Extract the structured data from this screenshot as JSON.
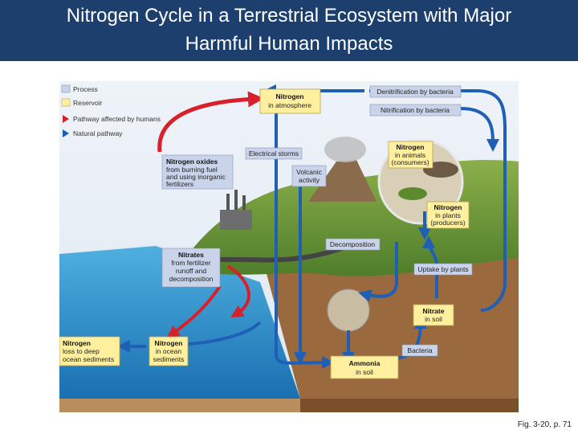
{
  "title": {
    "line1": "Nitrogen Cycle in a Terrestrial Ecosystem with Major",
    "line2": "Harmful Human Impacts"
  },
  "legend": {
    "process": "Process",
    "reservoir": "Reservoir",
    "human_pathway": "Pathway affected by humans",
    "natural_pathway": "Natural pathway"
  },
  "reservoirs": {
    "atmosphere": {
      "title": "Nitrogen",
      "sub": "in atmosphere"
    },
    "animals": {
      "title": "Nitrogen",
      "sub1": "in animals",
      "sub2": "(consumers)"
    },
    "plants": {
      "title": "Nitrogen",
      "sub1": "in plants",
      "sub2": "(producers)"
    },
    "nitrate_soil": {
      "title": "Nitrate",
      "sub": "in soil"
    },
    "ammonia_soil": {
      "title": "Ammonia",
      "sub": "in soil"
    },
    "ocean_sediments": {
      "title": "Nitrogen",
      "sub1": "in ocean",
      "sub2": "sediments"
    },
    "deep_ocean": {
      "title": "Nitrogen",
      "sub1": "loss to deep",
      "sub2": "ocean sediments"
    }
  },
  "processes": {
    "denitrification": "Denitrification by bacteria",
    "nitrification": "Nitrification by bacteria",
    "electrical_storms": "Electrical storms",
    "volcanic1": "Volcanic",
    "volcanic2": "activity",
    "decomposition": "Decomposition",
    "uptake": "Uptake by plants",
    "bacteria": "Bacteria"
  },
  "human_impacts": {
    "nitrogen_oxides": {
      "title": "Nitrogen oxides",
      "l1": "from burning fuel",
      "l2": "and using inorganic",
      "l3": "fertilizers"
    },
    "nitrates": {
      "title": "Nitrates",
      "l1": "from fertilizer",
      "l2": "runoff and",
      "l3": "decomposition"
    }
  },
  "colors": {
    "title_bg": "#1d3f6e",
    "process_fill": "#c9d4ea",
    "reservoir_fill": "#fff0a0",
    "human_arrow": "#d8202a",
    "natural_arrow": "#1f5fb5"
  },
  "caption": "Fig. 3-20, p. 71"
}
